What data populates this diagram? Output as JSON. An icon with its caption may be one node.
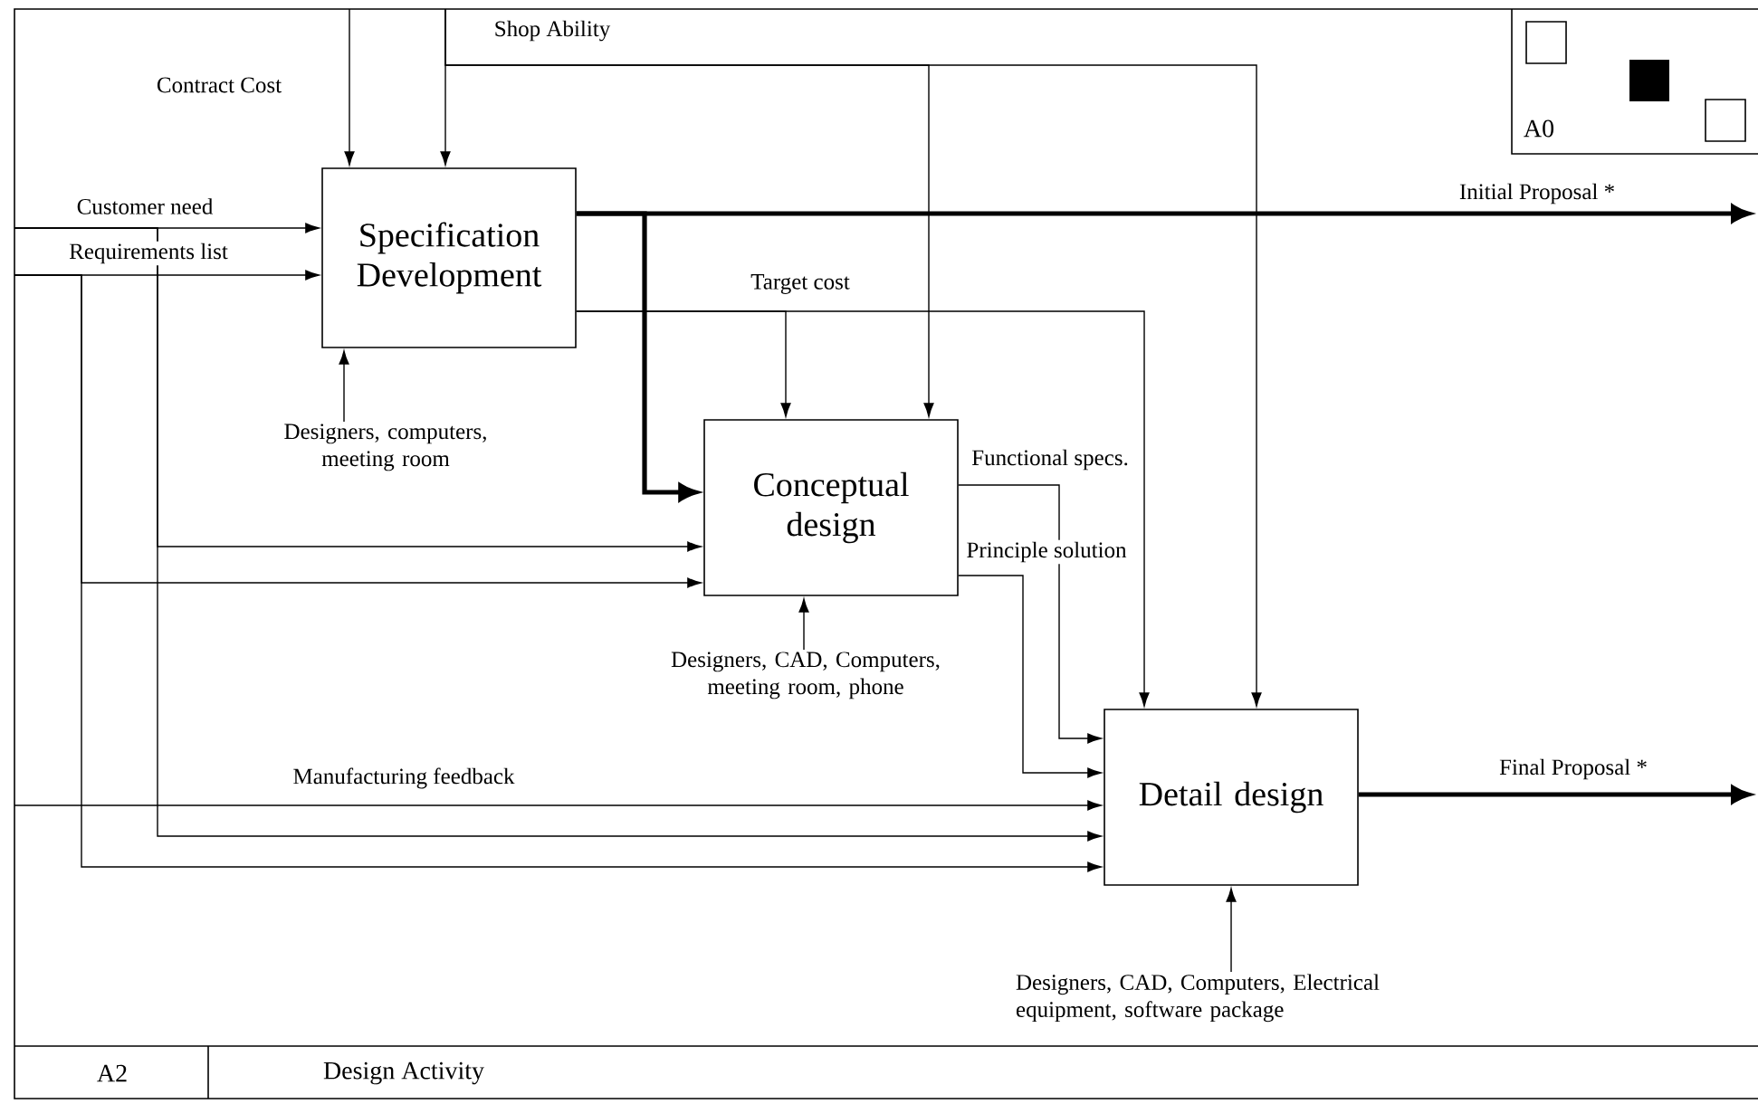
{
  "diagram": {
    "title": "Design Activity",
    "nodes": [
      {
        "text": [
          "Specification Development"
        ]
      },
      {
        "text": [
          "Conceptual design"
        ]
      },
      {
        "text": [
          "Detail design"
        ]
      },
      {
        "text": [
          "Designers, computers, meeting room"
        ]
      },
      {
        "text": [
          "Designers, CAD, Computers, meeting room, phone"
        ]
      },
      {
        "text": [
          "Designers, CAD, Computers, Electrical equipment, software package"
        ]
      }
    ],
    "edges": [
      {
        "from": null,
        "to": 0,
        "arrow": "to",
        "label": "Contract Cost"
      },
      {
        "from": null,
        "to": 0,
        "arrow": "to",
        "label": "Shop Ability"
      },
      {
        "from": null,
        "to": 1,
        "arrow": "to"
      },
      {
        "from": null,
        "to": 2,
        "arrow": "to"
      },
      {
        "from": null,
        "to": 0,
        "arrow": "to",
        "label": "Customer need"
      },
      {
        "from": null,
        "to": 1,
        "arrow": "to"
      },
      {
        "from": null,
        "to": 2,
        "arrow": "to"
      },
      {
        "from": null,
        "to": 0,
        "arrow": "to",
        "label": "Requirements list"
      },
      {
        "from": null,
        "to": 1,
        "arrow": "to"
      },
      {
        "from": null,
        "to": 2,
        "arrow": "to"
      },
      {
        "from": null,
        "to": 2,
        "arrow": "to",
        "label": "Manufacturing feedback"
      },
      {
        "from": 0,
        "to": null,
        "arrow": "to",
        "label": "Initial Proposal *",
        "style": "thick"
      },
      {
        "from": 0,
        "to": 1,
        "arrow": "to",
        "style": "thick"
      },
      {
        "from": 0,
        "to": 1,
        "arrow": "to",
        "label": "Target cost"
      },
      {
        "from": 0,
        "to": 2,
        "arrow": "to"
      },
      {
        "from": 1,
        "to": 2,
        "arrow": "to",
        "label": "Functional specs."
      },
      {
        "from": 1,
        "to": 2,
        "arrow": "to",
        "label": "Principle solution"
      },
      {
        "from": 2,
        "to": null,
        "arrow": "to",
        "label": "Final Proposal *",
        "style": "thick"
      },
      {
        "from": 3,
        "to": 0,
        "arrow": "to"
      },
      {
        "from": 4,
        "to": 1,
        "arrow": "to"
      },
      {
        "from": 5,
        "to": 2,
        "arrow": "to"
      }
    ],
    "labels": [
      "A0",
      "A2"
    ]
  }
}
